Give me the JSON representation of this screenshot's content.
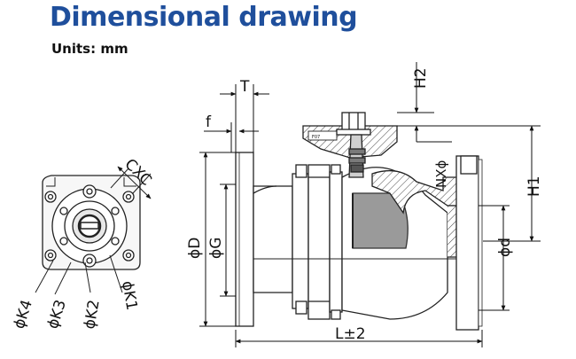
{
  "header": {
    "title": "Dimensional drawing",
    "units": "Units: mm"
  },
  "labels": {
    "T": "T",
    "f": "f",
    "H2": "H2",
    "NX_phi": "NXϕ",
    "H1": "H1",
    "D": "ϕD",
    "G": "ϕG",
    "d": "ϕd",
    "L": "L±2",
    "CXC": "CXC",
    "K1": "ϕK1",
    "K2": "ϕK2",
    "K3": "ϕK3",
    "K4": "ϕK4",
    "pad": "F07"
  }
}
